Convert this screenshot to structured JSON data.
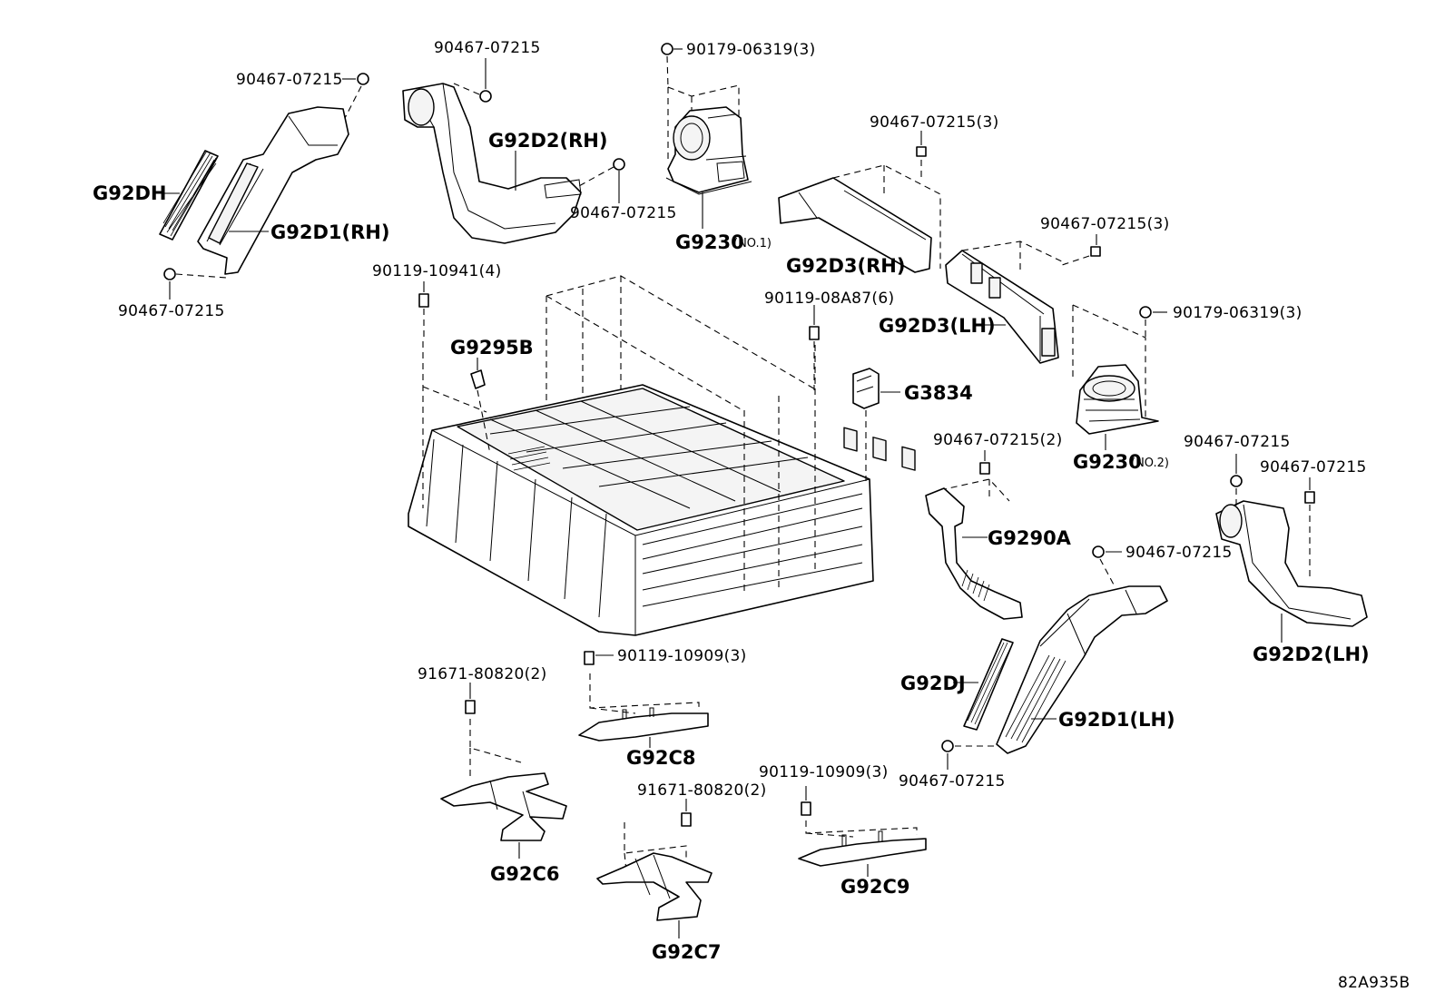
{
  "parts": {
    "g92dh": "G92DH",
    "g92d1_rh": "G92D1(RH)",
    "g92d2_rh": "G92D2(RH)",
    "g9230_no1": "G9230",
    "g9230_no1_tag": "(NO.1)",
    "g92d3_rh": "G92D3(RH)",
    "g92d3_lh": "G92D3(LH)",
    "g9295b": "G9295B",
    "g3834": "G3834",
    "g9230_no2": "G9230",
    "g9230_no2_tag": "(NO.2)",
    "g9290a": "G9290A",
    "g92d2_lh": "G92D2(LH)",
    "g92dj": "G92DJ",
    "g92d1_lh": "G92D1(LH)",
    "g92c8": "G92C8",
    "g92c6": "G92C6",
    "g92c7": "G92C7",
    "g92c9": "G92C9"
  },
  "fasteners": {
    "f1": "90467-07215",
    "f2": "90467-07215",
    "f3": "90179-06319(3)",
    "f4": "90467-07215",
    "f5": "90467-07215(3)",
    "f6": "90467-07215(3)",
    "f7": "90467-07215",
    "f8": "90119-10941(4)",
    "f9": "90119-08A87(6)",
    "f10": "90179-06319(3)",
    "f11": "90467-07215(2)",
    "f12": "90467-07215",
    "f13": "90467-07215",
    "f14": "90467-07215",
    "f15": "90119-10909(3)",
    "f16": "91671-80820(2)",
    "f17": "90119-10909(3)",
    "f18": "91671-80820(2)",
    "f19": "90467-07215"
  },
  "diagram_id": "82A935B"
}
